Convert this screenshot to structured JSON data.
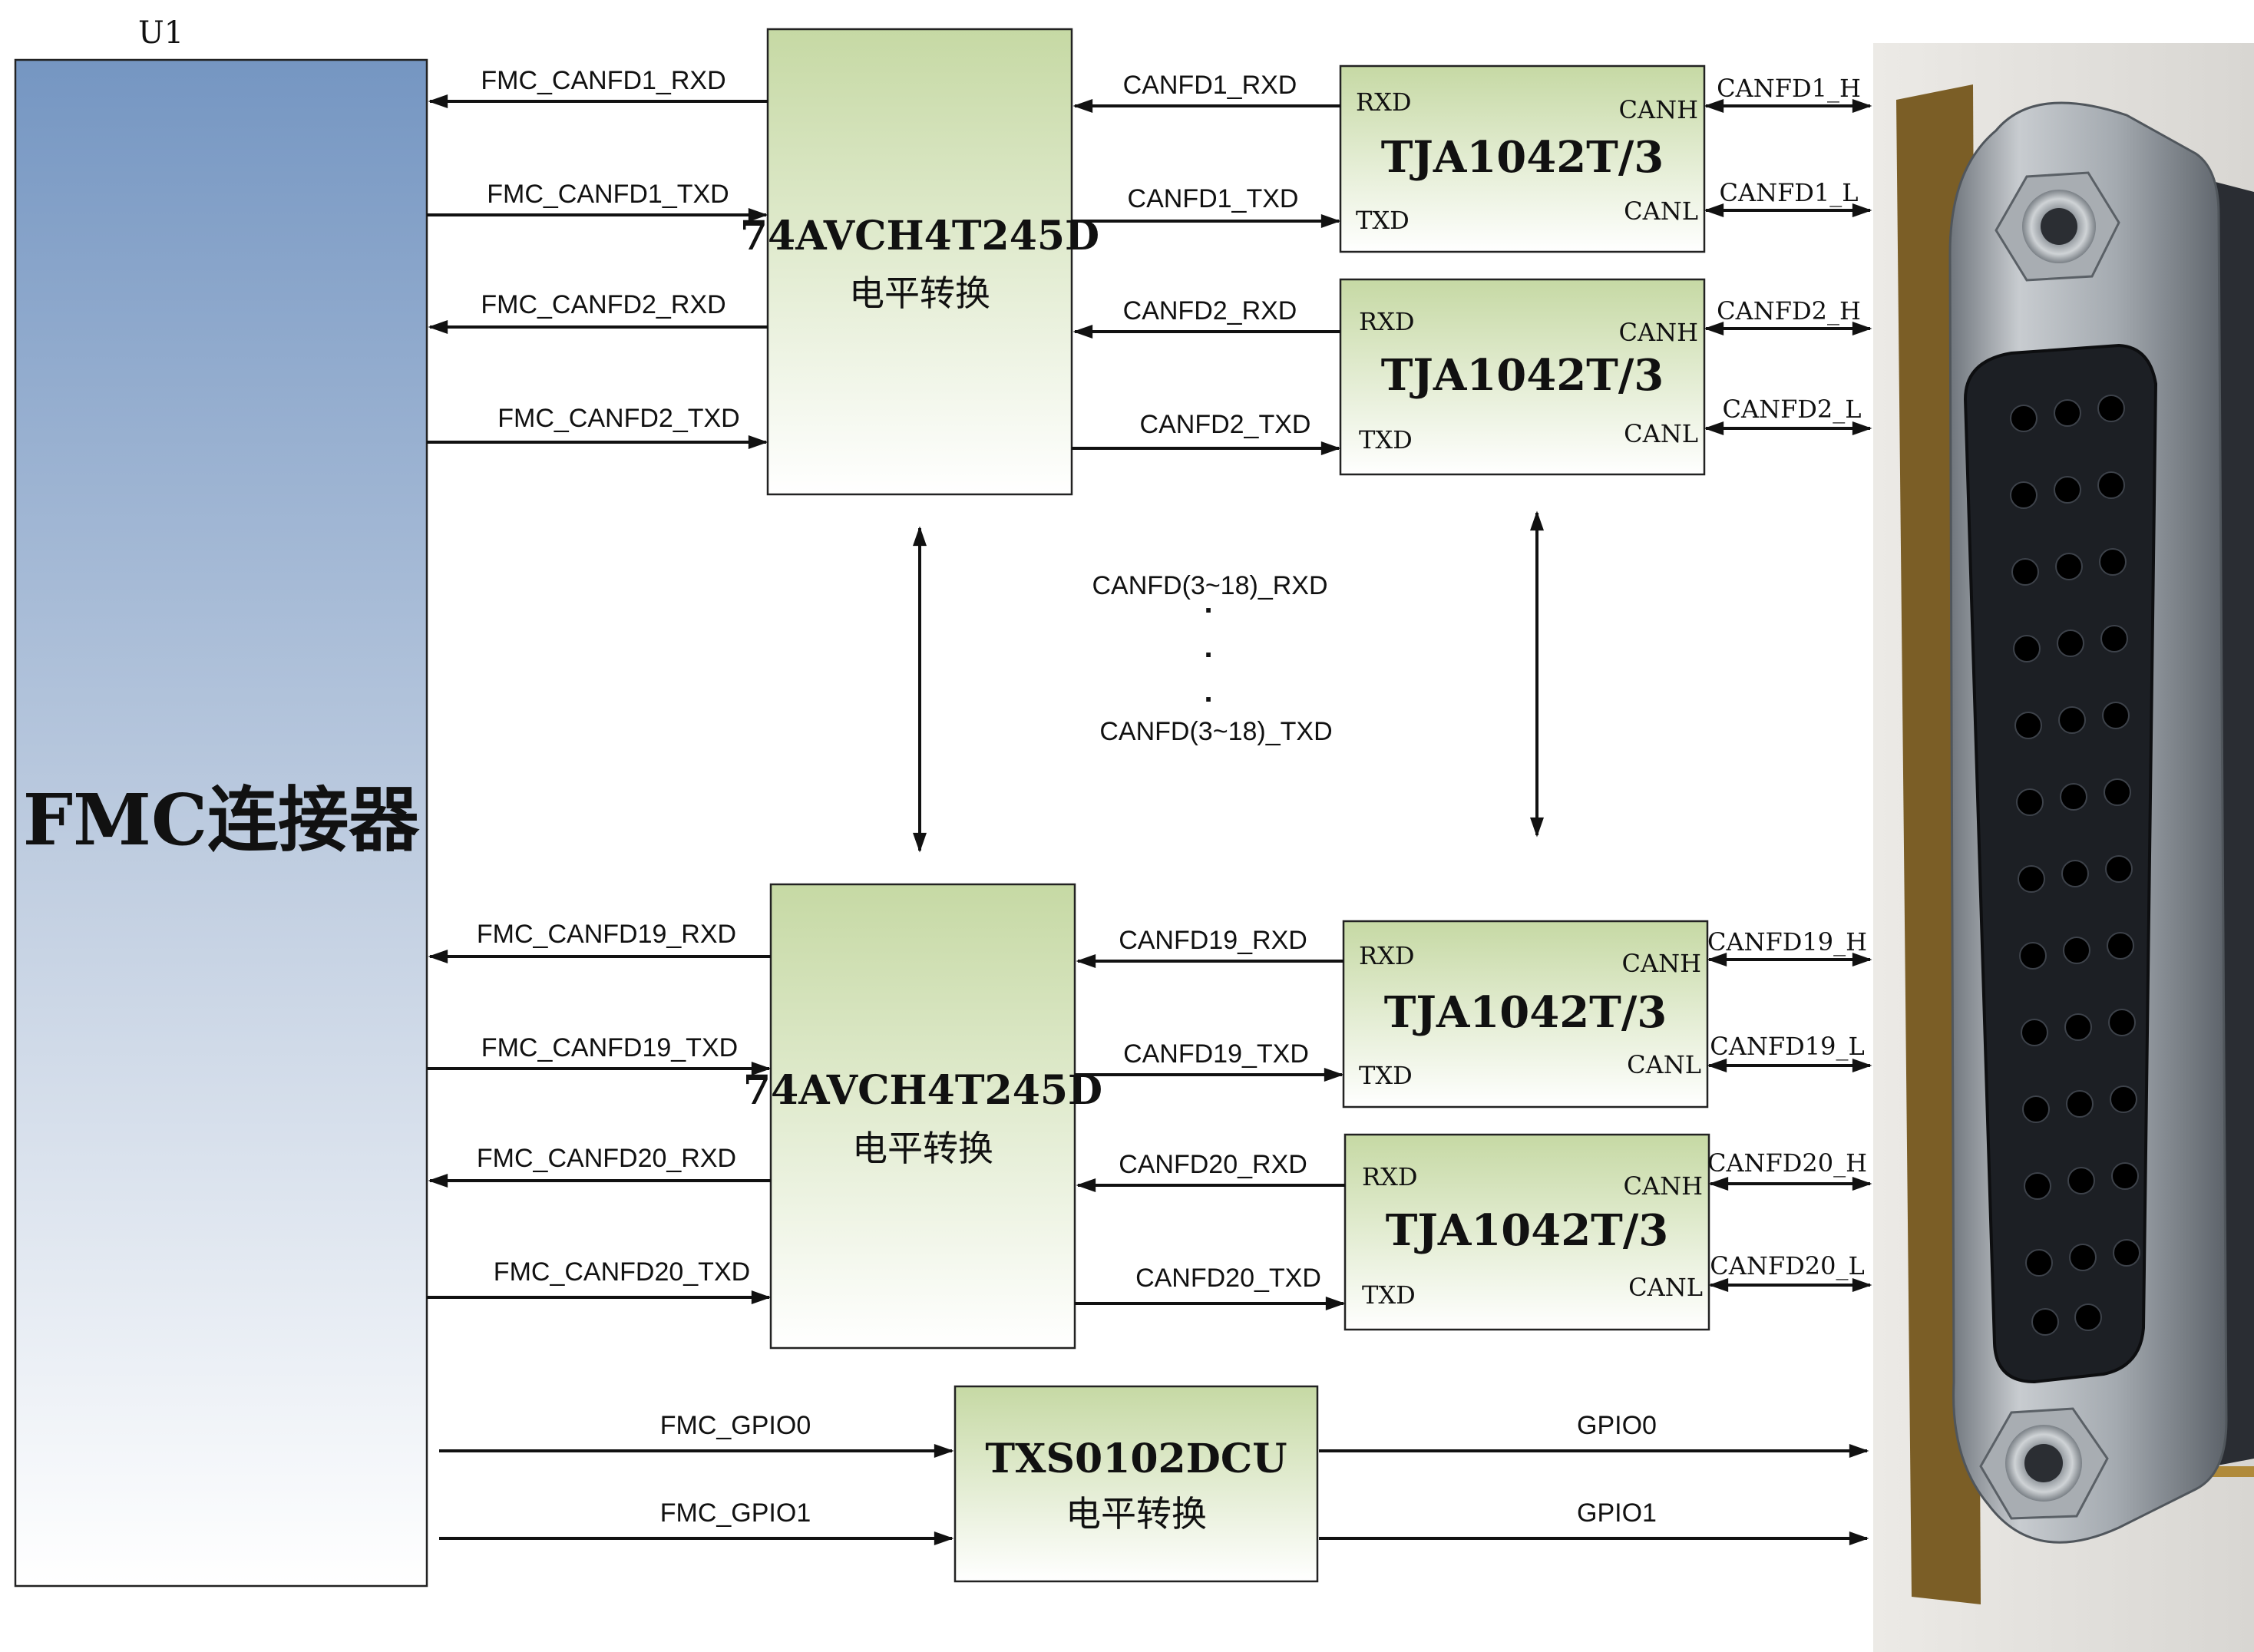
{
  "fmc": {
    "ref": "U1",
    "title": "FMC连接器"
  },
  "level_shifter_1": {
    "part": "74AVCH4T245D",
    "desc": "电平转换",
    "left_signals": [
      "FMC_CANFD1_RXD",
      "FMC_CANFD1_TXD",
      "FMC_CANFD2_RXD",
      "FMC_CANFD2_TXD"
    ],
    "right_signals": [
      "CANFD1_RXD",
      "CANFD1_TXD",
      "CANFD2_RXD",
      "CANFD2_TXD"
    ]
  },
  "level_shifter_2": {
    "part": "74AVCH4T245D",
    "desc": "电平转换",
    "left_signals": [
      "FMC_CANFD19_RXD",
      "FMC_CANFD19_TXD",
      "FMC_CANFD20_RXD",
      "FMC_CANFD20_TXD"
    ],
    "right_signals": [
      "CANFD19_RXD",
      "CANFD19_TXD",
      "CANFD20_RXD",
      "CANFD20_TXD"
    ]
  },
  "transceivers": [
    {
      "part": "TJA1042T/3",
      "rxd": "RXD",
      "txd": "TXD",
      "canh": "CANH",
      "canl": "CANL",
      "out_h": "CANFD1_H",
      "out_l": "CANFD1_L"
    },
    {
      "part": "TJA1042T/3",
      "rxd": "RXD",
      "txd": "TXD",
      "canh": "CANH",
      "canl": "CANL",
      "out_h": "CANFD2_H",
      "out_l": "CANFD2_L"
    },
    {
      "part": "TJA1042T/3",
      "rxd": "RXD",
      "txd": "TXD",
      "canh": "CANH",
      "canl": "CANL",
      "out_h": "CANFD19_H",
      "out_l": "CANFD19_L"
    },
    {
      "part": "TJA1042T/3",
      "rxd": "RXD",
      "txd": "TXD",
      "canh": "CANH",
      "canl": "CANL",
      "out_h": "CANFD20_H",
      "out_l": "CANFD20_L"
    }
  ],
  "middle": {
    "rxd_label": "CANFD(3~18)_RXD",
    "txd_label": "CANFD(3~18)_TXD",
    "dot": "."
  },
  "gpio_shifter": {
    "part": "TXS0102DCU",
    "desc": "电平转换",
    "in_signals": [
      "FMC_GPIO0",
      "FMC_GPIO1"
    ],
    "out_signals": [
      "GPIO0",
      "GPIO1"
    ]
  },
  "colors": {
    "fmc_top": "#7596c2",
    "fmc_bottom": "#ffffff",
    "chip_top": "#cadca8",
    "chip_bottom": "#ffffff",
    "connector_shell": "#9aa0a6",
    "connector_body": "#1c1f24",
    "board": "#8a6a2a"
  }
}
